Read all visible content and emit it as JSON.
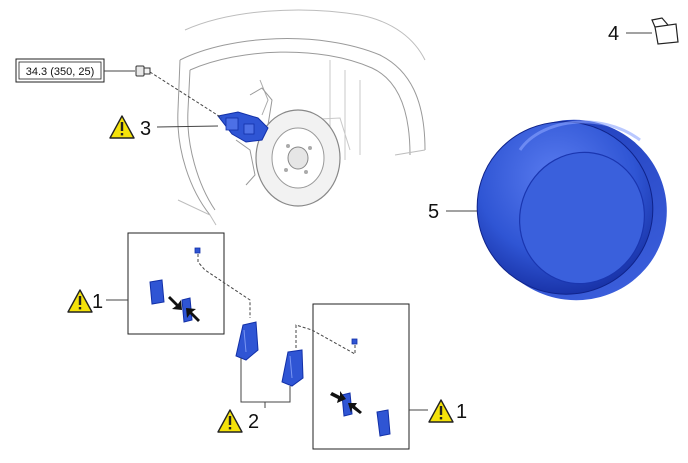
{
  "torque_spec": "34.3 (350, 25)",
  "callouts": {
    "item1_left": "1",
    "item1_right": "1",
    "item2": "2",
    "item3": "3",
    "item4": "4",
    "item5": "5"
  },
  "colors": {
    "part_blue": "#2f55d4",
    "part_blue_dark": "#1230a8",
    "warning_yellow": "#f4e20a",
    "line_gray": "#444444"
  },
  "icons": {
    "warning": "warning-icon",
    "grease": "grease-container-icon"
  }
}
